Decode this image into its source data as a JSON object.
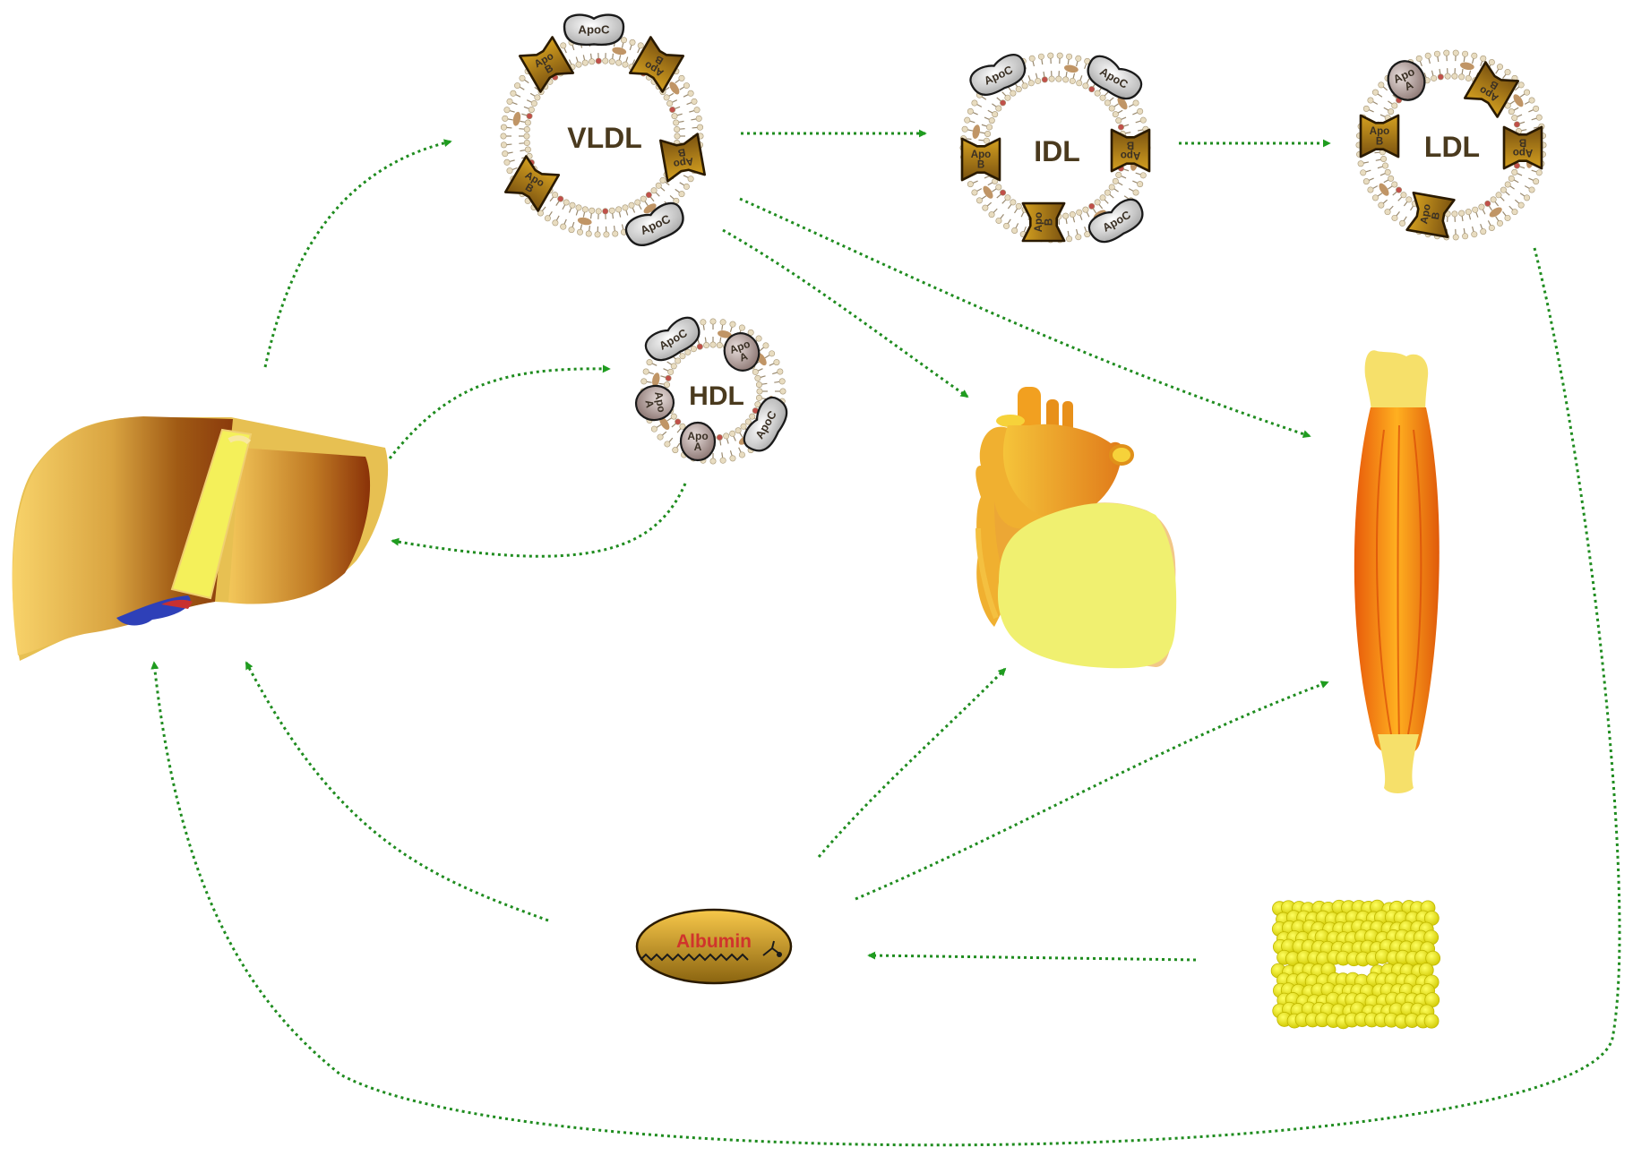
{
  "particles": {
    "vldl": {
      "label": "VLDL"
    },
    "idl": {
      "label": "IDL"
    },
    "ldl": {
      "label": "LDL"
    },
    "hdl": {
      "label": "HDL"
    }
  },
  "apolipoproteins": {
    "apoc": "ApoC",
    "apoa_line1": "Apo",
    "apoa_line2": "A",
    "apob_line1": "Apo",
    "apob_line2": "B"
  },
  "albumin": {
    "label": "Albumin"
  },
  "colors": {
    "arrow": "#1f8c1f",
    "label": "#4a3a1e",
    "albumin_label": "#d0342c",
    "liver": "#d9a441",
    "heart": "#f0f070",
    "muscle": "#f08a1a",
    "adipose": "#e8e800",
    "apob": "#b8861c",
    "apoc": "#c8c8c8",
    "apoa": "#9e8a86"
  },
  "icons": [
    "liver-icon",
    "heart-icon",
    "muscle-icon",
    "adipose-tissue-icon",
    "albumin-icon"
  ]
}
